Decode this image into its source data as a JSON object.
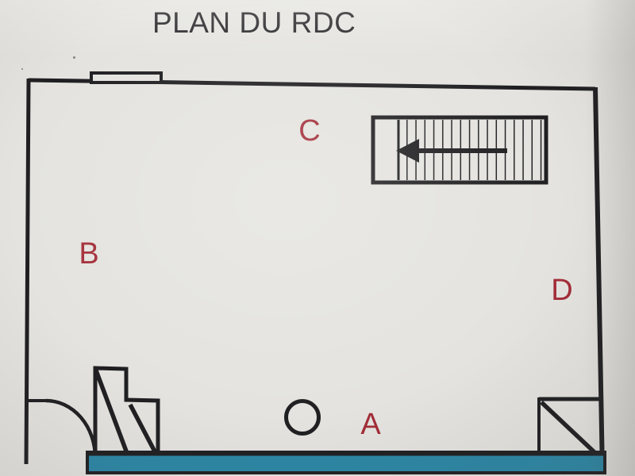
{
  "title": "PLAN DU RDC",
  "labels": {
    "a": "A",
    "b": "B",
    "c": "C",
    "d": "D"
  },
  "icons": {
    "stairs_direction": "left-arrow"
  },
  "colors": {
    "paper": "#e4e3df",
    "ink": "#1f1f22",
    "label_red": "#a22c38",
    "water_teal": "#2b86a5"
  }
}
